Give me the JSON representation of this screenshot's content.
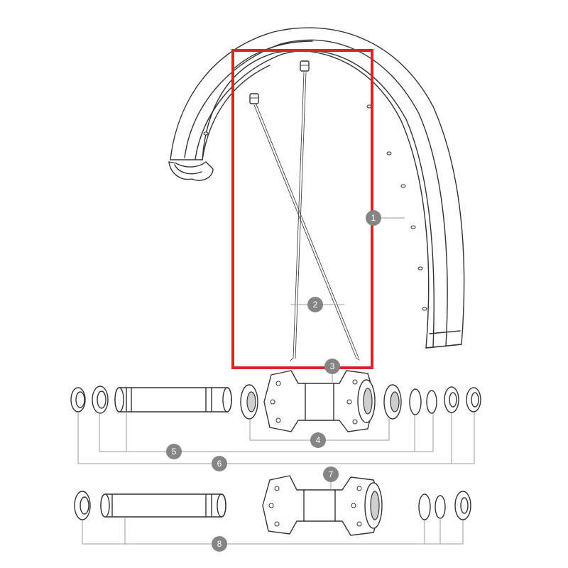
{
  "callouts": {
    "c1": "1",
    "c2": "2",
    "c3": "3",
    "c4": "4",
    "c5": "5",
    "c6": "6",
    "c7": "7",
    "c8": "8"
  },
  "colors": {
    "highlight": "#d9252a",
    "callout_fill": "#858585",
    "line": "#333333",
    "leader": "#9a9a9a"
  }
}
